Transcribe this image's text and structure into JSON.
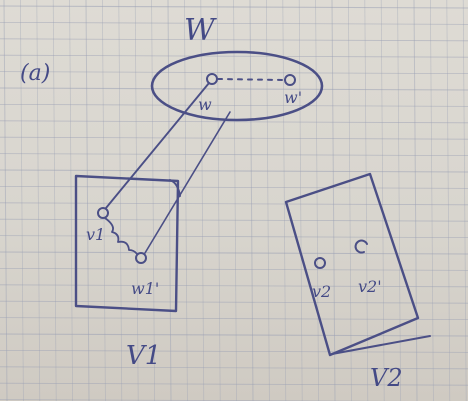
{
  "diagram": {
    "part_label": "(a)",
    "set_W": {
      "label": "W",
      "vertex_left": "w",
      "vertex_right": "w'"
    },
    "set_V1": {
      "label": "V1",
      "vertex_upper": "v1",
      "vertex_lower": "w1'"
    },
    "set_V2": {
      "label": "V2",
      "vertex_left": "v2",
      "vertex_right": "v2'"
    }
  },
  "colors": {
    "ink": "#4b4f86",
    "paper": "#dcd9d2",
    "grid": "#9aa0b4"
  }
}
